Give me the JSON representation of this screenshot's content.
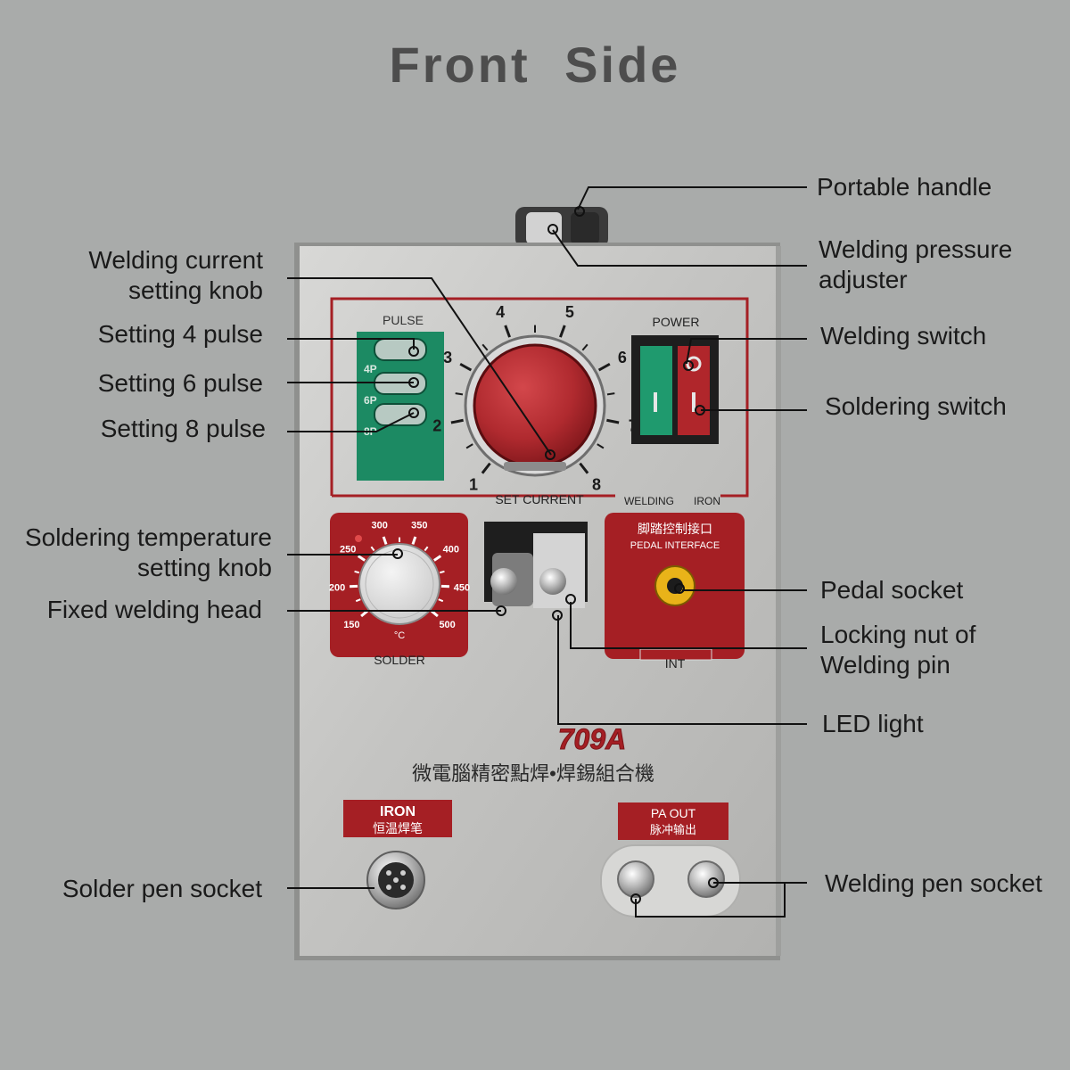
{
  "title": "Front  Side",
  "callouts": {
    "portable_handle": "Portable handle",
    "welding_pressure_adjuster": [
      "Welding pressure",
      "adjuster"
    ],
    "welding_switch": "Welding switch",
    "soldering_switch": "Soldering switch",
    "pedal_socket": "Pedal socket",
    "locking_nut": [
      "Locking nut of",
      "Welding pin"
    ],
    "led_light": "LED light",
    "welding_pen_socket": "Welding pen socket",
    "welding_current_knob": [
      "Welding current",
      "setting knob"
    ],
    "setting_4_pulse": "Setting 4 pulse",
    "setting_6_pulse": "Setting 6 pulse",
    "setting_8_pulse": "Setting 8 pulse",
    "soldering_temp_knob": [
      "Soldering  temperature",
      "setting knob"
    ],
    "fixed_welding_head": "Fixed welding head",
    "solder_pen_socket": "Solder pen socket"
  },
  "panel": {
    "pulse_label": "PULSE",
    "pulse_tabs": [
      "4P",
      "6P",
      "8P"
    ],
    "current_label": "SET  CURRENT",
    "current_scale": [
      "1",
      "2",
      "3",
      "4",
      "5",
      "6",
      "7",
      "8"
    ],
    "power_label": "POWER",
    "welding_label": "WELDING",
    "iron_label": "IRON",
    "temp_scale": [
      "150",
      "200",
      "250",
      "300",
      "350",
      "400",
      "450",
      "500"
    ],
    "temp_unit": "°C",
    "solder_label": "SOLDER",
    "pedal_cn": "脚踏控制接口",
    "pedal_en": "PEDAL  INTERFACE",
    "int_label": "INT",
    "model": "709A",
    "model_cn": "微電腦精密點焊•焊錫組合機",
    "iron_box_en": "IRON",
    "iron_box_cn": "恒温焊笔",
    "pa_out_en": "PA    OUT",
    "pa_out_cn": "脉冲输出"
  },
  "colors": {
    "background": "#a9abaa",
    "panel_metal": "#c8c8c6",
    "red": "#a51f24",
    "green": "#1c8a63",
    "dark_text": "#1a1a1a"
  }
}
